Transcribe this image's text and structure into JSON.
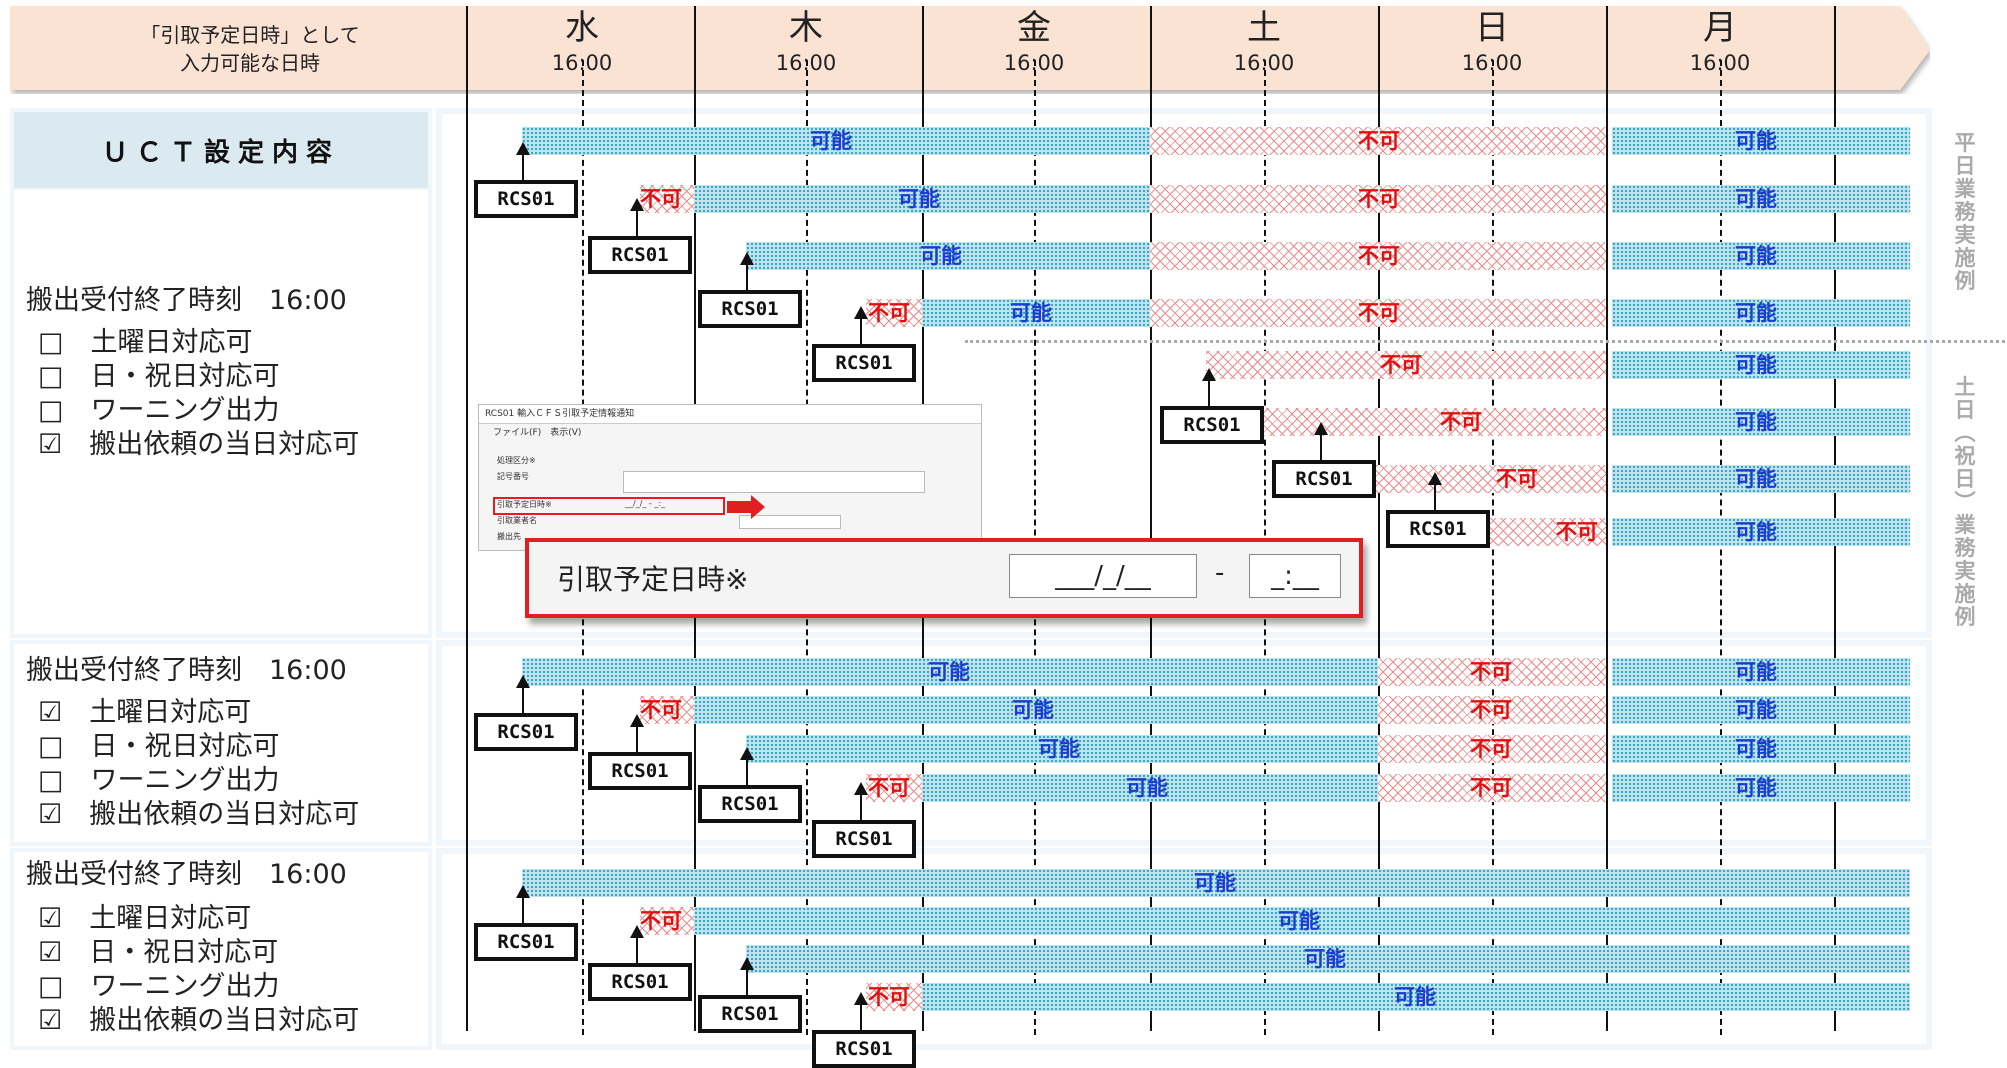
{
  "header": {
    "label_line1": "「引取予定日時」として",
    "label_line2": "入力可能な日時",
    "days": [
      {
        "name": "水",
        "time": "16:00"
      },
      {
        "name": "木",
        "time": "16:00"
      },
      {
        "name": "金",
        "time": "16:00"
      },
      {
        "name": "土",
        "time": "16:00"
      },
      {
        "name": "日",
        "time": "16:00"
      },
      {
        "name": "月",
        "time": "16:00"
      }
    ]
  },
  "uct_title": "ＵＣＴ設定内容",
  "sections": [
    {
      "title": "搬出受付終了時刻　16:00",
      "options": [
        "□　土曜日対応可",
        "□　日・祝日対応可",
        "□　ワーニング出力",
        "☑　搬出依頼の当日対応可"
      ]
    },
    {
      "title": "搬出受付終了時刻　16:00",
      "options": [
        "☑　土曜日対応可",
        "□　日・祝日対応可",
        "□　ワーニング出力",
        "☑　搬出依頼の当日対応可"
      ]
    },
    {
      "title": "搬出受付終了時刻　16:00",
      "options": [
        "☑　土曜日対応可",
        "☑　日・祝日対応可",
        "□　ワーニング出力",
        "☑　搬出依頼の当日対応可"
      ]
    }
  ],
  "labels": {
    "ok": "可能",
    "ng": "不可",
    "rcs": "RCS01"
  },
  "side_labels": {
    "weekday": "平日業務実施例",
    "holiday": "土日︵祝日︶業務実施例"
  },
  "screenshot": {
    "title": "RCS01 輸入ＣＦＳ引取予定情報通知",
    "menu": "ファイル(F)　表示(V)",
    "rows": [
      "処理区分※",
      "記号番号",
      "引取予定日時※",
      "引取業者名",
      "搬出先"
    ],
    "date_mask": "__/_/_ - _:_"
  },
  "popup": {
    "label": "引取予定日時※",
    "date_mask": "___/_/__",
    "sep": "-",
    "time_mask": "_:__"
  },
  "colors": {
    "ok_fill": "#bfe4ee",
    "ng_fill": "#f08a8a",
    "ok_text": "#1d3ccf",
    "ng_text": "#e01010",
    "header_fill": "#fbe3d3",
    "title_fill": "#dbe9f1"
  }
}
